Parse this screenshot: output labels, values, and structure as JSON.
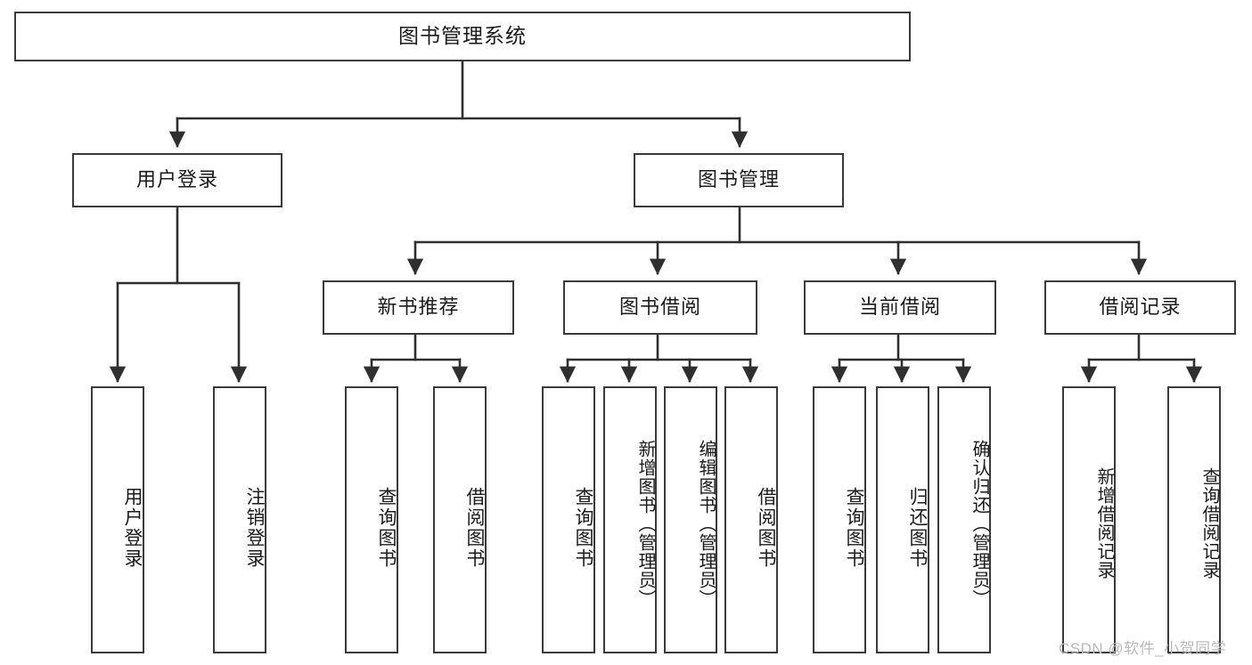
{
  "diagram": {
    "title": "图书管理系统",
    "type": "tree-hierarchy-flowchart",
    "watermark": "CSDN @软件_小贺同学",
    "colors": {
      "box_border": "#3a3a3a",
      "box_fill": "#ffffff",
      "connector": "#2f2f2f",
      "text": "#1b1b1b",
      "watermark": "#b9b9b9"
    },
    "nodes": {
      "root": {
        "label": "图书管理系统"
      },
      "level2": [
        {
          "id": "user-login",
          "label": "用户登录"
        },
        {
          "id": "book-manage",
          "label": "图书管理"
        }
      ],
      "level3": [
        {
          "id": "new-book-recommend",
          "label": "新书推荐"
        },
        {
          "id": "book-borrow",
          "label": "图书借阅"
        },
        {
          "id": "current-borrow",
          "label": "当前借阅"
        },
        {
          "id": "borrow-record",
          "label": "借阅记录"
        }
      ],
      "leaves": {
        "user-login": [
          {
            "id": "leaf-user-login",
            "label": "用户登录"
          },
          {
            "id": "leaf-user-logout",
            "label": "注销登录"
          }
        ],
        "new-book-recommend": [
          {
            "id": "leaf-query-book-1",
            "label": "查询图书"
          },
          {
            "id": "leaf-borrow-book-1",
            "label": "借阅图书"
          }
        ],
        "book-borrow": [
          {
            "id": "leaf-query-book-2",
            "label": "查询图书"
          },
          {
            "id": "leaf-add-book",
            "label": "新增图书（管理员）"
          },
          {
            "id": "leaf-edit-book",
            "label": "编辑图书（管理员）"
          },
          {
            "id": "leaf-borrow-book-2",
            "label": "借阅图书"
          }
        ],
        "current-borrow": [
          {
            "id": "leaf-query-book-3",
            "label": "查询图书"
          },
          {
            "id": "leaf-return-book",
            "label": "归还图书"
          },
          {
            "id": "leaf-confirm-return",
            "label": "确认归还（管理员）"
          }
        ],
        "borrow-record": [
          {
            "id": "leaf-add-record",
            "label": "新增借阅记录"
          },
          {
            "id": "leaf-query-record",
            "label": "查询借阅记录"
          }
        ]
      }
    },
    "edges": [
      {
        "from": "图书管理系统",
        "to": "用户登录"
      },
      {
        "from": "图书管理系统",
        "to": "图书管理"
      },
      {
        "from": "图书管理",
        "to": "新书推荐"
      },
      {
        "from": "图书管理",
        "to": "图书借阅"
      },
      {
        "from": "图书管理",
        "to": "当前借阅"
      },
      {
        "from": "图书管理",
        "to": "借阅记录"
      },
      {
        "from": "用户登录",
        "to": "用户登录"
      },
      {
        "from": "用户登录",
        "to": "注销登录"
      },
      {
        "from": "新书推荐",
        "to": "查询图书"
      },
      {
        "from": "新书推荐",
        "to": "借阅图书"
      },
      {
        "from": "图书借阅",
        "to": "查询图书"
      },
      {
        "from": "图书借阅",
        "to": "新增图书（管理员）"
      },
      {
        "from": "图书借阅",
        "to": "编辑图书（管理员）"
      },
      {
        "from": "图书借阅",
        "to": "借阅图书"
      },
      {
        "from": "当前借阅",
        "to": "查询图书"
      },
      {
        "from": "当前借阅",
        "to": "归还图书"
      },
      {
        "from": "当前借阅",
        "to": "确认归还（管理员）"
      },
      {
        "from": "借阅记录",
        "to": "新增借阅记录"
      },
      {
        "from": "借阅记录",
        "to": "查询借阅记录"
      }
    ]
  }
}
